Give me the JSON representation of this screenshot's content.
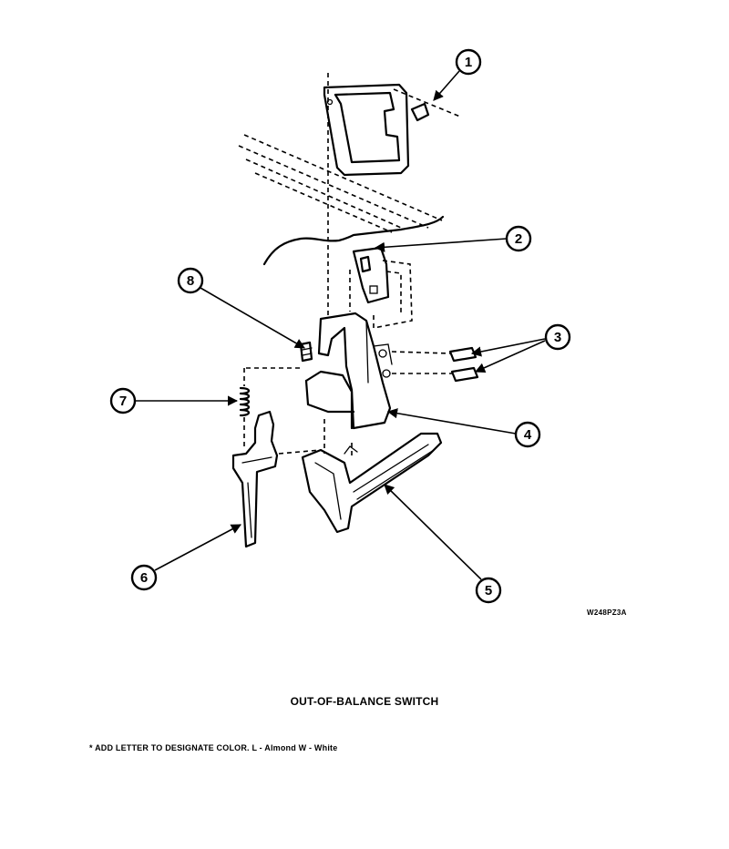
{
  "callouts": [
    "1",
    "2",
    "3",
    "4",
    "5",
    "6",
    "7",
    "8"
  ],
  "drawing_code": "W248PZ3A",
  "title": "OUT-OF-BALANCE SWITCH",
  "footnote": "* ADD LETTER TO DESIGNATE COLOR.  L - Almond  W - White"
}
